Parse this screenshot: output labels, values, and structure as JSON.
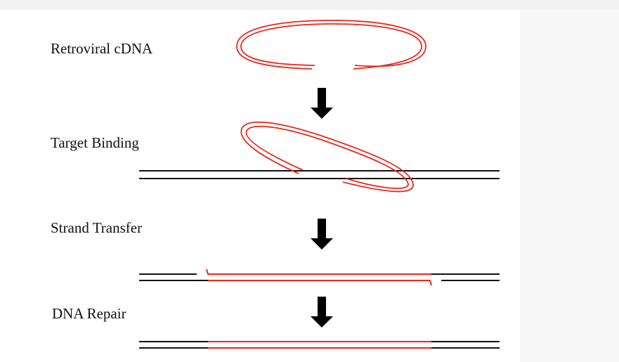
{
  "steps": [
    {
      "label": "Retroviral cDNA"
    },
    {
      "label": "Target Binding"
    },
    {
      "label": "Strand Transfer"
    },
    {
      "label": "DNA Repair"
    }
  ],
  "colors": {
    "viral_dna": "#e8281c",
    "host_dna": "#111111",
    "arrow": "#000000",
    "background": "#ffffff"
  }
}
